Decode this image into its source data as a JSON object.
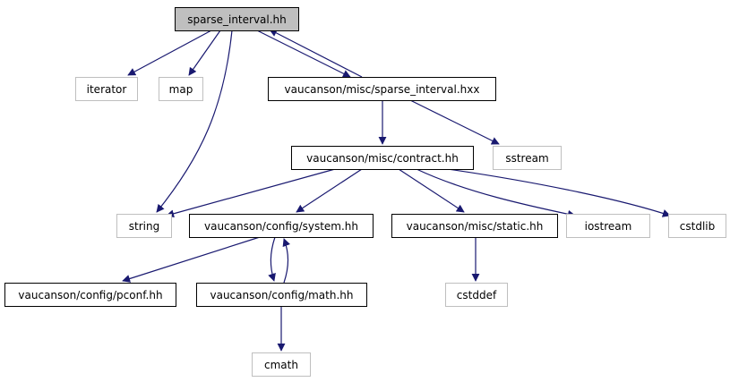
{
  "diagram": {
    "type": "include-dependency-graph",
    "nodes": [
      {
        "id": "sparse_interval_hh",
        "label": "sparse_interval.hh",
        "style": "root"
      },
      {
        "id": "iterator",
        "label": "iterator",
        "style": "external"
      },
      {
        "id": "map",
        "label": "map",
        "style": "external"
      },
      {
        "id": "sparse_interval_hxx",
        "label": "vaucanson/misc/sparse_interval.hxx",
        "style": "internal"
      },
      {
        "id": "sstream",
        "label": "sstream",
        "style": "external"
      },
      {
        "id": "contract_hh",
        "label": "vaucanson/misc/contract.hh",
        "style": "internal"
      },
      {
        "id": "string",
        "label": "string",
        "style": "external"
      },
      {
        "id": "system_hh",
        "label": "vaucanson/config/system.hh",
        "style": "internal"
      },
      {
        "id": "static_hh",
        "label": "vaucanson/misc/static.hh",
        "style": "internal"
      },
      {
        "id": "iostream",
        "label": "iostream",
        "style": "external"
      },
      {
        "id": "cstdlib",
        "label": "cstdlib",
        "style": "external"
      },
      {
        "id": "pconf_hh",
        "label": "vaucanson/config/pconf.hh",
        "style": "internal"
      },
      {
        "id": "math_hh",
        "label": "vaucanson/config/math.hh",
        "style": "internal"
      },
      {
        "id": "cstddef",
        "label": "cstddef",
        "style": "external"
      },
      {
        "id": "cmath",
        "label": "cmath",
        "style": "external"
      }
    ],
    "edges": [
      {
        "from": "sparse_interval_hh",
        "to": "iterator"
      },
      {
        "from": "sparse_interval_hh",
        "to": "map"
      },
      {
        "from": "sparse_interval_hh",
        "to": "sparse_interval_hxx"
      },
      {
        "from": "sparse_interval_hh",
        "to": "string"
      },
      {
        "from": "sparse_interval_hxx",
        "to": "sparse_interval_hh"
      },
      {
        "from": "sparse_interval_hxx",
        "to": "contract_hh"
      },
      {
        "from": "sparse_interval_hxx",
        "to": "sstream"
      },
      {
        "from": "contract_hh",
        "to": "string"
      },
      {
        "from": "contract_hh",
        "to": "system_hh"
      },
      {
        "from": "contract_hh",
        "to": "static_hh"
      },
      {
        "from": "contract_hh",
        "to": "iostream"
      },
      {
        "from": "contract_hh",
        "to": "cstdlib"
      },
      {
        "from": "system_hh",
        "to": "pconf_hh"
      },
      {
        "from": "system_hh",
        "to": "math_hh"
      },
      {
        "from": "math_hh",
        "to": "system_hh"
      },
      {
        "from": "static_hh",
        "to": "cstddef"
      },
      {
        "from": "math_hh",
        "to": "cmath"
      }
    ],
    "colors": {
      "edge": "#191970",
      "root_fill": "#bfbfbf",
      "internal_border": "#000000",
      "external_border": "#bfbfbf",
      "text": "#000000"
    }
  }
}
